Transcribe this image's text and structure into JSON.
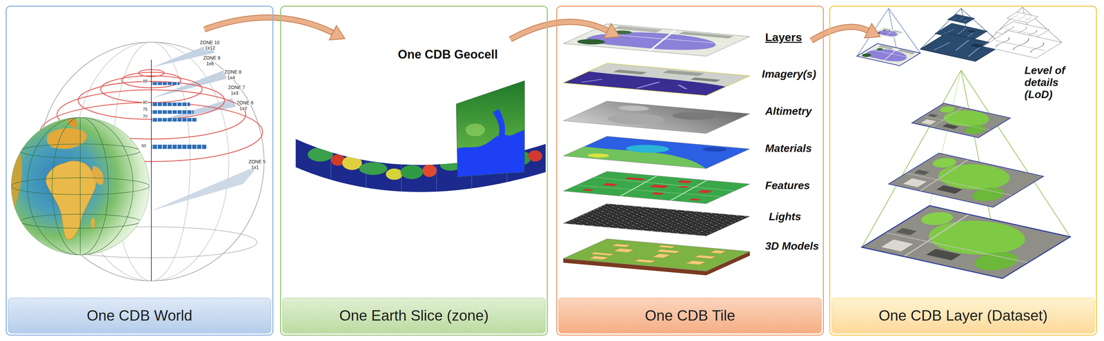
{
  "diagram": {
    "nodes": [
      {
        "text": [
          "One CDB World"
        ]
      },
      {
        "text": [
          "One Earth Slice (zone)"
        ]
      },
      {
        "text": [
          "One CDB Tile"
        ]
      },
      {
        "text": [
          "One CDB Layer (Dataset)"
        ]
      }
    ],
    "edges": [
      {
        "from": 0,
        "to": 1,
        "arrow": "to"
      },
      {
        "from": 1,
        "to": 2,
        "arrow": "to"
      },
      {
        "from": 2,
        "to": 3,
        "arrow": "to"
      }
    ],
    "labels": [
      "ZONE 10",
      "1x12",
      "ZONE 9",
      "1x6",
      "ZONE 8",
      "1x4",
      "ZONE 7",
      "1x3",
      "ZONE 6",
      "1x2",
      "ZONE 5",
      "1x1",
      "89",
      "80",
      "75",
      "70",
      "50",
      "One CDB Geocell",
      "Layers",
      "Imagery(s)",
      "Altimetry",
      "Materials",
      "Features",
      "Lights",
      "3D Models",
      "Level of details (LoD)"
    ]
  }
}
